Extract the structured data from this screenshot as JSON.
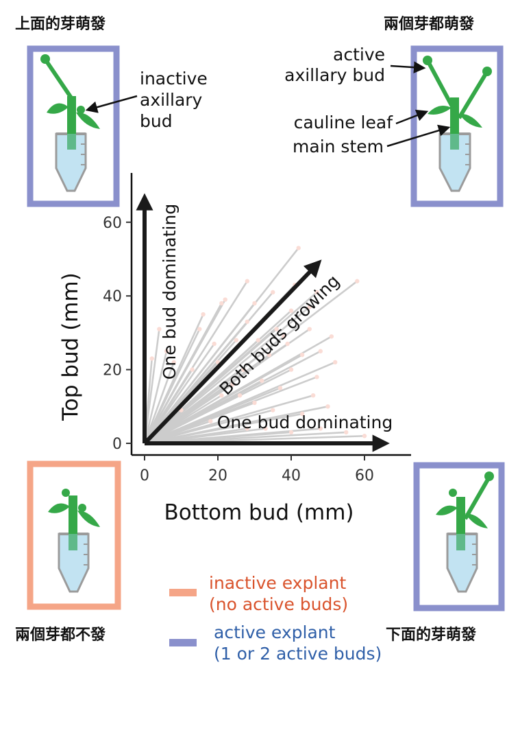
{
  "panels": {
    "top_left": {
      "label": "上面的芽萌發",
      "frame": "#8a90cc"
    },
    "top_right": {
      "label": "兩個芽都萌發",
      "frame": "#8a90cc"
    },
    "bottom_left": {
      "label": "兩個芽都不發",
      "frame": "#f5a587"
    },
    "bottom_right": {
      "label": "下面的芽萌發",
      "frame": "#8a90cc"
    }
  },
  "annotations": {
    "inactive_bud": [
      "inactive",
      "axillary",
      "bud"
    ],
    "active_bud": [
      "active",
      "axillary bud"
    ],
    "cauline_leaf": "cauline leaf",
    "main_stem": "main stem"
  },
  "chart_data": {
    "type": "line",
    "xlabel": "Bottom bud (mm)",
    "ylabel": "Top bud (mm)",
    "xlim": [
      -2,
      72
    ],
    "ylim": [
      -3,
      74
    ],
    "xticks": [
      0,
      20,
      40,
      60
    ],
    "yticks": [
      0,
      20,
      40,
      60
    ],
    "grid": false,
    "series_color": "#cccccc",
    "endpoint_color": "#fadcd5",
    "segments_end": [
      [
        42,
        53
      ],
      [
        58,
        44
      ],
      [
        28,
        44
      ],
      [
        41,
        43
      ],
      [
        35,
        41
      ],
      [
        47,
        41
      ],
      [
        21,
        38
      ],
      [
        30,
        38
      ],
      [
        45,
        37
      ],
      [
        16,
        35
      ],
      [
        33,
        34
      ],
      [
        40,
        36
      ],
      [
        4,
        31
      ],
      [
        28,
        33
      ],
      [
        36,
        31
      ],
      [
        45,
        31
      ],
      [
        51,
        29
      ],
      [
        25,
        28
      ],
      [
        31,
        28
      ],
      [
        39,
        27
      ],
      [
        19,
        27
      ],
      [
        48,
        25
      ],
      [
        8,
        22
      ],
      [
        20,
        22
      ],
      [
        34,
        24
      ],
      [
        43,
        24
      ],
      [
        52,
        22
      ],
      [
        13,
        20
      ],
      [
        27,
        20
      ],
      [
        40,
        20
      ],
      [
        2,
        23
      ],
      [
        32,
        17
      ],
      [
        24,
        16
      ],
      [
        47,
        18
      ],
      [
        37,
        15
      ],
      [
        30,
        11
      ],
      [
        46,
        13
      ],
      [
        21,
        13
      ],
      [
        35,
        9
      ],
      [
        43,
        8
      ],
      [
        50,
        10
      ],
      [
        33,
        4
      ],
      [
        55,
        3
      ],
      [
        48,
        4
      ],
      [
        40,
        3
      ],
      [
        60,
        2
      ],
      [
        28,
        4
      ],
      [
        18,
        6
      ],
      [
        10,
        9
      ],
      [
        22,
        39
      ],
      [
        15,
        31
      ],
      [
        6,
        25
      ],
      [
        38,
        29
      ],
      [
        26,
        13
      ]
    ],
    "arrows": [
      {
        "label": "One bud dominating",
        "direction": "up"
      },
      {
        "label": "Both buds growing",
        "direction": "diagonal"
      },
      {
        "label": "One bud dominating",
        "direction": "right"
      }
    ]
  },
  "legend": {
    "items": [
      {
        "color": "#f5a587",
        "line1": "inactive explant",
        "line2": "(no active buds)",
        "style": "red"
      },
      {
        "color": "#8a90cc",
        "line1": "active explant",
        "line2": "(1 or 2 active buds)",
        "style": "blue"
      }
    ]
  }
}
